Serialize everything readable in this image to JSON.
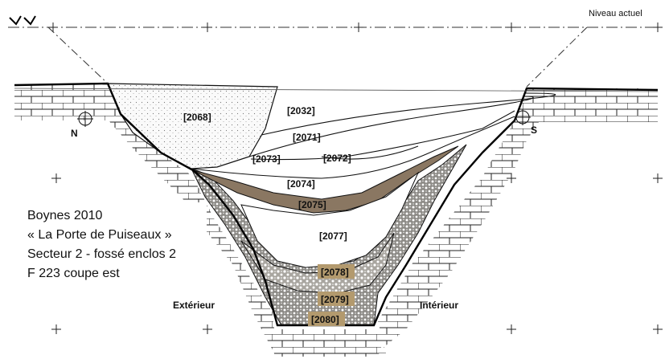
{
  "header": {
    "level_label": "Niveau actuel"
  },
  "site": {
    "line1": "Boynes 2010",
    "line2": "« La Porte de Puiseaux »",
    "line3": "Secteur 2 - fossé enclos 2",
    "line4": "F 223 coupe est"
  },
  "orientation": {
    "north": "N",
    "south": "S",
    "outside": "Extérieur",
    "inside": "Intérieur"
  },
  "layers": {
    "l2068": "[2068]",
    "l2032": "[2032]",
    "l2071": "[2071]",
    "l2073": "[2073]",
    "l2072": "[2072]",
    "l2074": "[2074]",
    "l2075": "[2075]",
    "l2077": "[2077]",
    "l2078": "[2078]",
    "l2079": "[2079]",
    "l2080": "[2080]"
  },
  "colors": {
    "stipple_fill": "#f4f4f4",
    "dark_gravel": "#8c8a86",
    "brown_layer": "#8a7762",
    "label_tan": "#b39a6e"
  }
}
